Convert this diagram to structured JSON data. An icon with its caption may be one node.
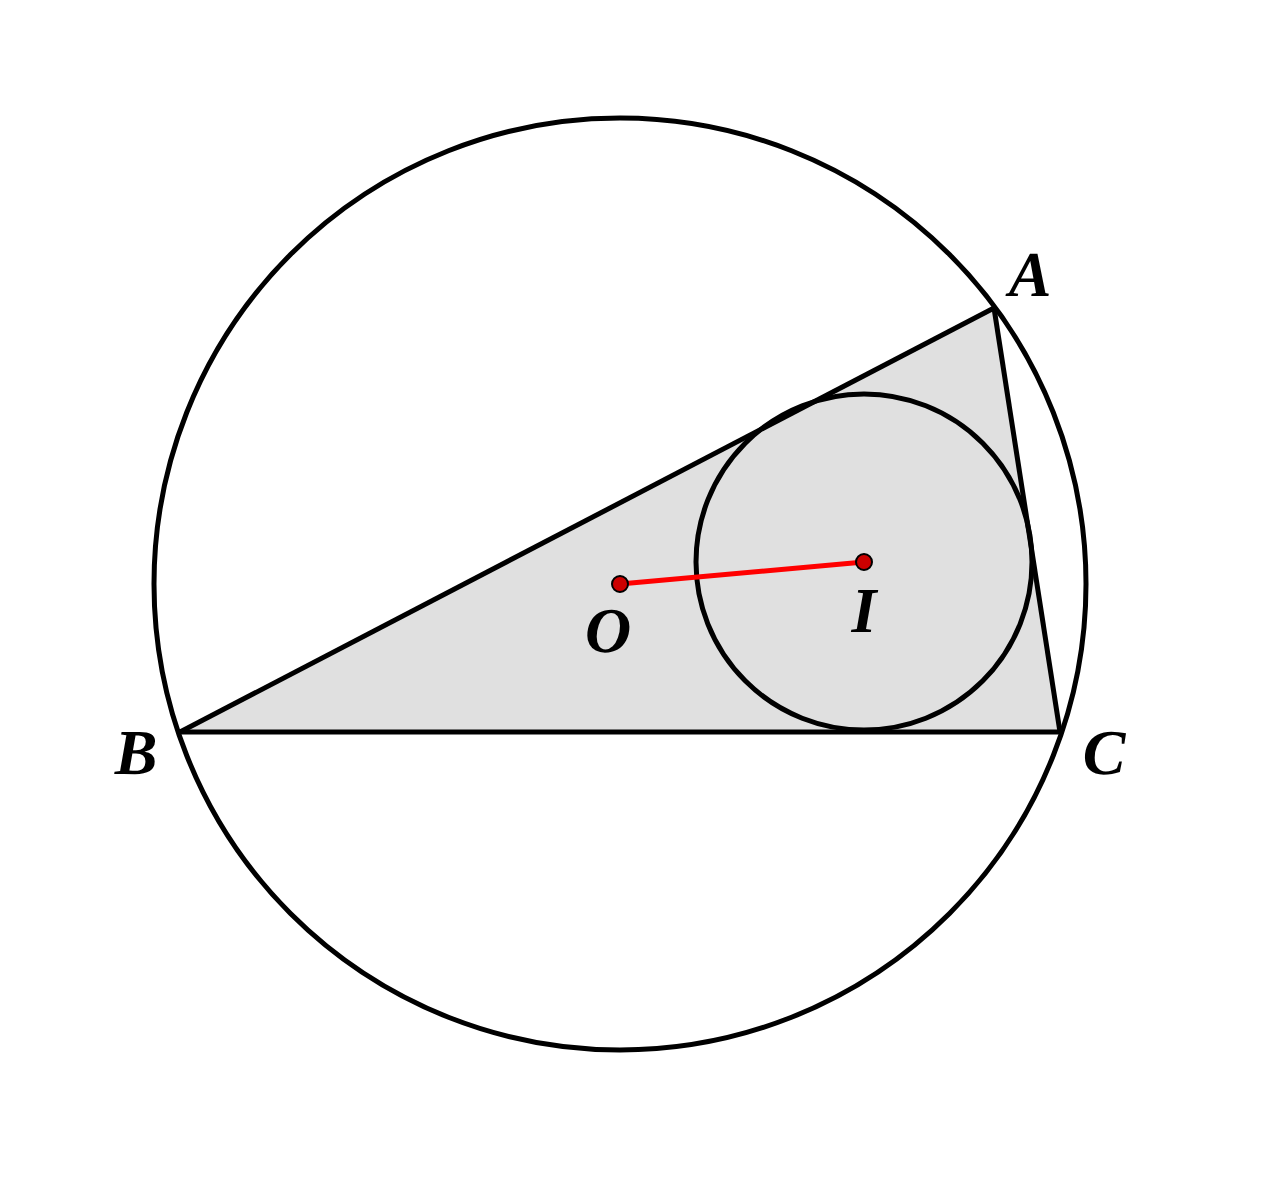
{
  "diagram": {
    "nodes": [
      {
        "text": [
          "A"
        ]
      },
      {
        "text": [
          "B"
        ]
      },
      {
        "text": [
          "C"
        ]
      },
      {
        "text": [
          "O"
        ]
      },
      {
        "text": [
          "I"
        ]
      }
    ],
    "edges": [
      {
        "from": 0,
        "to": 1,
        "arrow": "none"
      },
      {
        "from": 1,
        "to": 2,
        "arrow": "none"
      },
      {
        "from": 2,
        "to": 0,
        "arrow": "none"
      },
      {
        "from": 3,
        "to": 4,
        "arrow": "none",
        "color": "#ff0000"
      }
    ]
  }
}
